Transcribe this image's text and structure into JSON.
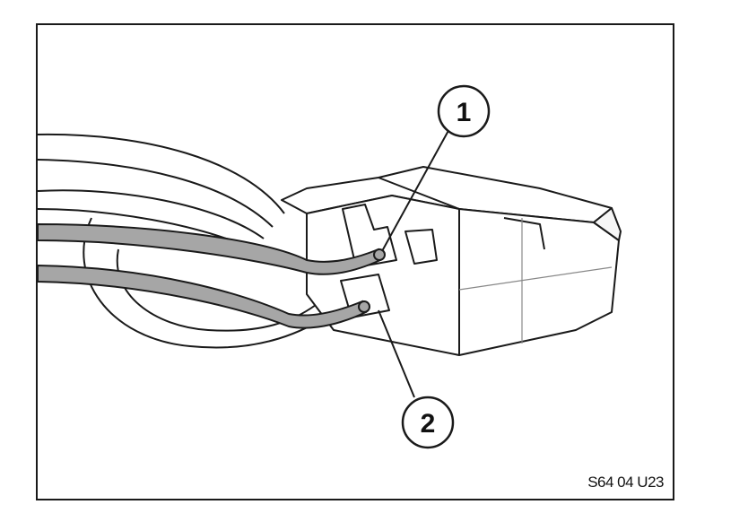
{
  "diagram": {
    "callouts": [
      {
        "id": "1",
        "label": "1"
      },
      {
        "id": "2",
        "label": "2"
      }
    ],
    "reference_code": "S64 04 U23",
    "colors": {
      "outline": "#1a1a1a",
      "wire_fill": "#a6a6a6",
      "connector_fill": "#ffffff",
      "background": "#ffffff"
    }
  }
}
